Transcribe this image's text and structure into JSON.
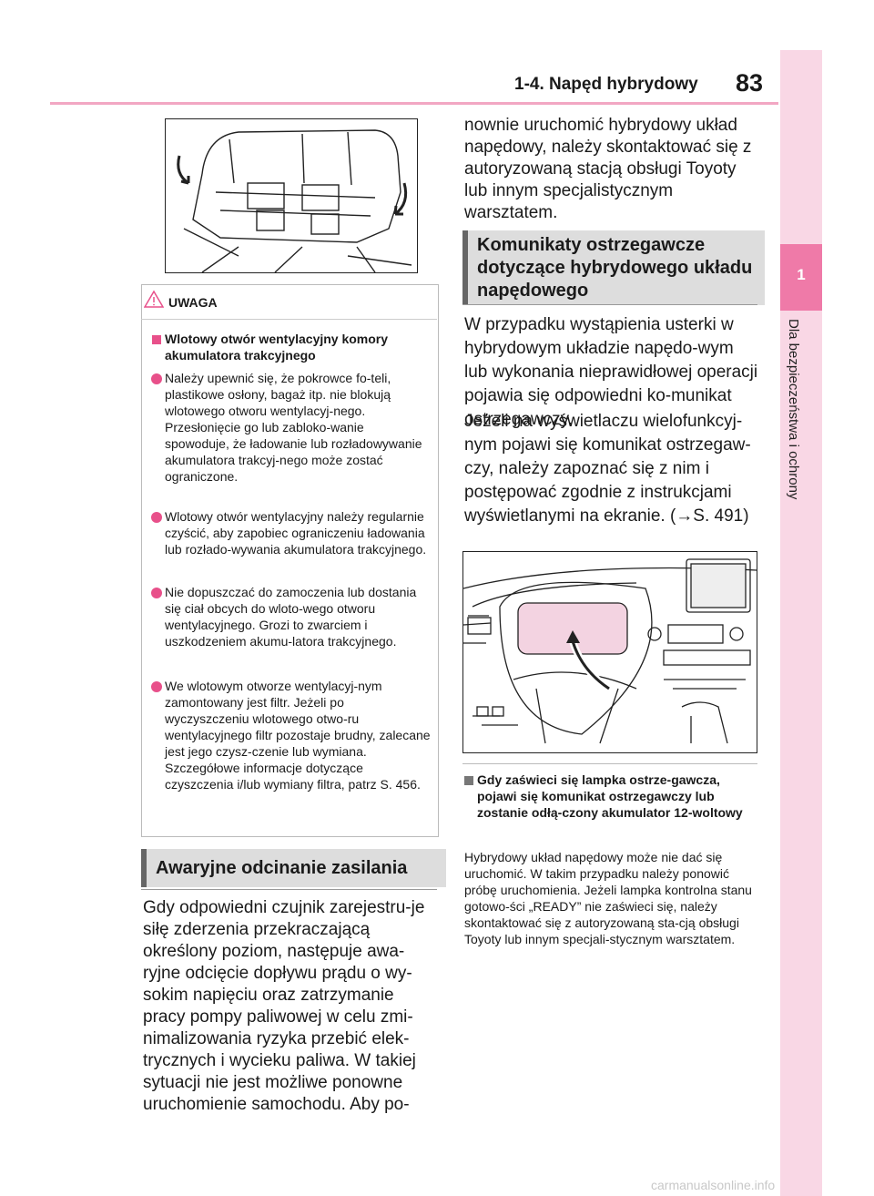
{
  "header": {
    "title": "1-4. Napęd hybrydowy",
    "page_number": "83"
  },
  "side_tab": {
    "number": "1",
    "label": "Dla bezpieczeństwa i ochrony"
  },
  "warning": {
    "title": "UWAGA",
    "subheading": "Wlotowy otwór wentylacyjny komory akumulatora trakcyjnego",
    "items": [
      "Należy upewnić się, że pokrowce fo-teli, plastikowe osłony, bagaż itp. nie blokują wlotowego otworu wentylacyj-nego. Przesłonięcie go lub zabloko-wanie spowoduje, że ładowanie lub rozładowywanie akumulatora trakcyj-nego może zostać ograniczone.",
      "Wlotowy otwór wentylacyjny należy regularnie czyścić, aby zapobiec ograniczeniu ładowania lub rozłado-wywania akumulatora trakcyjnego.",
      "Nie dopuszczać do zamoczenia lub dostania się ciał obcych do wloto-wego otworu wentylacyjnego. Grozi to zwarciem i uszkodzeniem akumu-latora trakcyjnego.",
      "We wlotowym otworze wentylacyj-nym zamontowany jest filtr. Jeżeli po wyczyszczeniu wlotowego otwo-ru wentylacyjnego filtr pozostaje brudny, zalecane jest jego czysz-czenie lub wymiana. Szczegółowe informacje dotyczące czyszczenia i/lub wymiany filtra, patrz S. 456."
    ]
  },
  "section_emergency": {
    "title": "Awaryjne odcinanie zasilania",
    "body": "Gdy odpowiedni czujnik zarejestru-je siłę zderzenia przekraczającą określony poziom, następuje awa-ryjne odcięcie dopływu prądu o wy-sokim napięciu oraz zatrzymanie pracy pompy paliwowej w celu zmi-nimalizowania ryzyka przebić elek-trycznych i wycieku paliwa. W takiej sytuacji nie jest możliwe ponowne uruchomienie samochodu. Aby po-"
  },
  "right_column": {
    "continuation": "nownie uruchomić hybrydowy układ napędowy, należy skontaktować się z autoryzowaną stacją obsługi Toyoty lub innym specjalistycznym warsztatem.",
    "section_title": "Komunikaty ostrzegawcze dotyczące hybrydowego układu napędowego",
    "para1": "W przypadku wystąpienia usterki w hybrydowym układzie napędo-wym lub wykonania nieprawidłowej operacji pojawia się odpowiedni ko-munikat ostrzegawczy.",
    "para2": "Jeżeli na wyświetlaczu wielofunkcyj-nym pojawi się komunikat ostrzegaw-czy, należy zapoznać się z nim i postępować zgodnie z instrukcjami wyświetlanymi na ekranie. (→S. 491)",
    "note_heading": "Gdy zaświeci się lampka ostrze-gawcza, pojawi się komunikat ostrzegawczy lub zostanie odłą-czony akumulator 12-woltowy",
    "note_body": "Hybrydowy układ napędowy może nie dać się uruchomić. W takim przypadku należy ponowić próbę uruchomienia. Jeżeli lampka kontrolna stanu gotowo-ści „READY” nie zaświeci się, należy skontaktować się z autoryzowaną sta-cją obsługi Toyoty lub innym specjali-stycznym warsztatem."
  },
  "footer": {
    "watermark": "carmanualsonline.info"
  }
}
